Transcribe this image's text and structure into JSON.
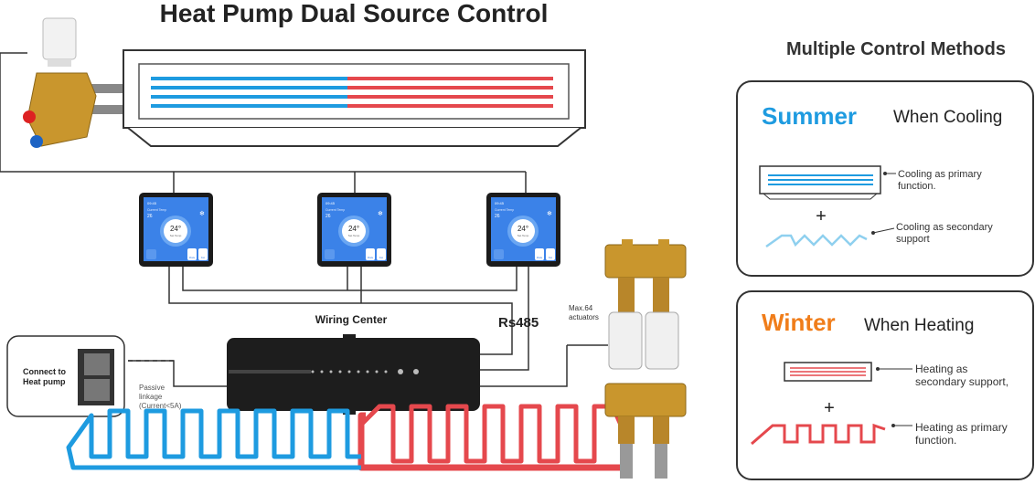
{
  "title": "Heat Pump Dual Source Control",
  "thermostat": {
    "time": "09:45",
    "label": "Current Temp",
    "current": "26",
    "setpoint": "24°",
    "set_label": "Set Temp",
    "mode_btn": "Mode",
    "fan_btn": "Fan"
  },
  "wiring_center": "Wiring Center",
  "rs485": "Rs485",
  "actuators": {
    "line1": "Max.64",
    "line2": "actuators"
  },
  "heat_pump_box": {
    "line1": "Connect to",
    "line2": "Heat pump"
  },
  "passive": {
    "line1": "Passive",
    "line2": "linkage",
    "line3": "(Current<5A)"
  },
  "methods_title": "Multiple Control Methods",
  "summer": {
    "season": "Summer",
    "when": "When Cooling",
    "primary1": "Cooling as primary",
    "primary2": "function.",
    "secondary1": "Cooling as secondary",
    "secondary2": "support",
    "plus": "+"
  },
  "winter": {
    "season": "Winter",
    "when": "When Heating",
    "secondary1": "Heating as",
    "secondary2": "secondary support,",
    "primary1": "Heating as primary",
    "primary2": "function.",
    "plus": "+"
  },
  "colors": {
    "cold": "#1e9be0",
    "hot": "#e5484d",
    "summer": "#1e9be0",
    "winter": "#f07d1a",
    "dark": "#222222"
  }
}
